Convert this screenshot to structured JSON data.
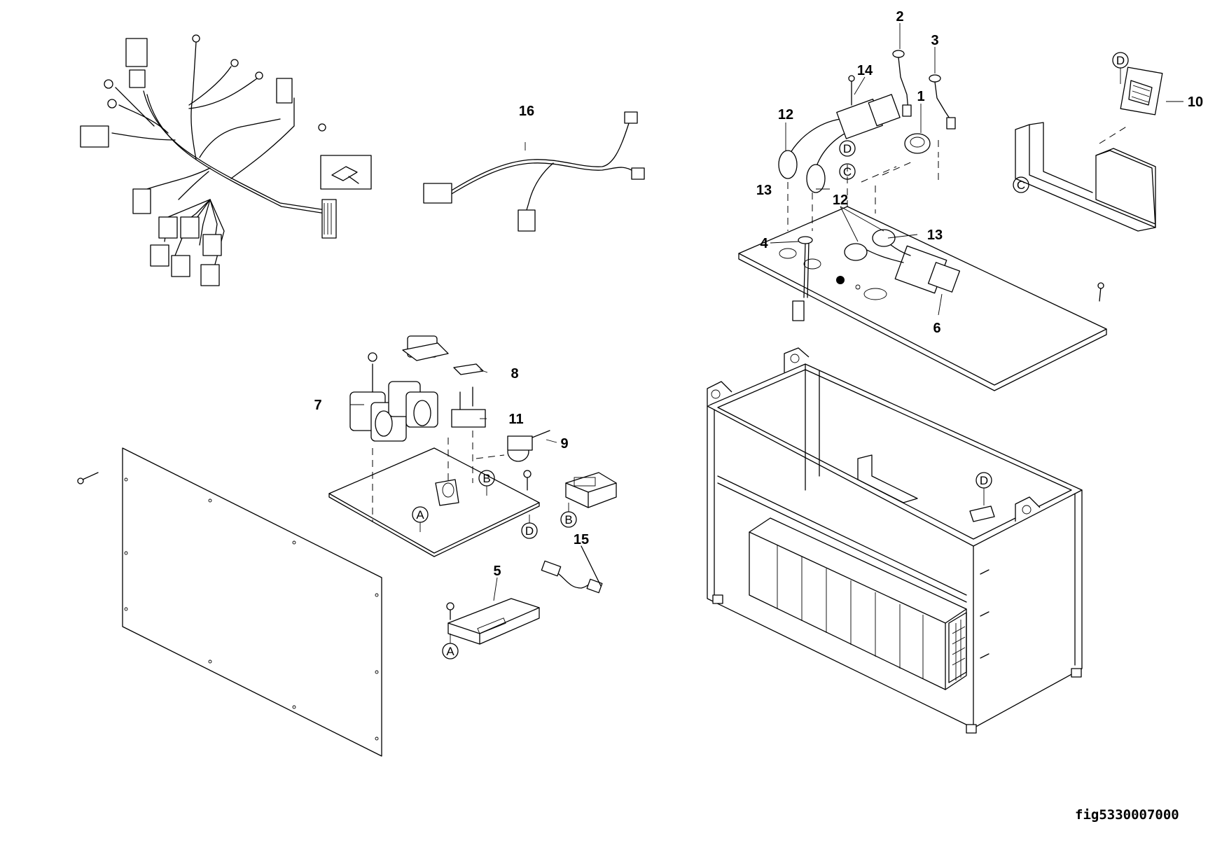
{
  "callouts": {
    "c1": "1",
    "c2": "2",
    "c3": "3",
    "c4": "4",
    "c5": "5",
    "c6": "6",
    "c7": "7",
    "c8": "8",
    "c9": "9",
    "c10": "10",
    "c11": "11",
    "c12a": "12",
    "c12b": "12",
    "c13a": "13",
    "c13b": "13",
    "c14": "14",
    "c15": "15",
    "c16": "16"
  },
  "refs": {
    "a1": "A",
    "a2": "A",
    "b1": "B",
    "b2": "B",
    "c1": "C",
    "c2": "C",
    "d1": "D",
    "d2": "D",
    "d3": "D",
    "d4": "D"
  },
  "figure_id": "fig5330007000"
}
